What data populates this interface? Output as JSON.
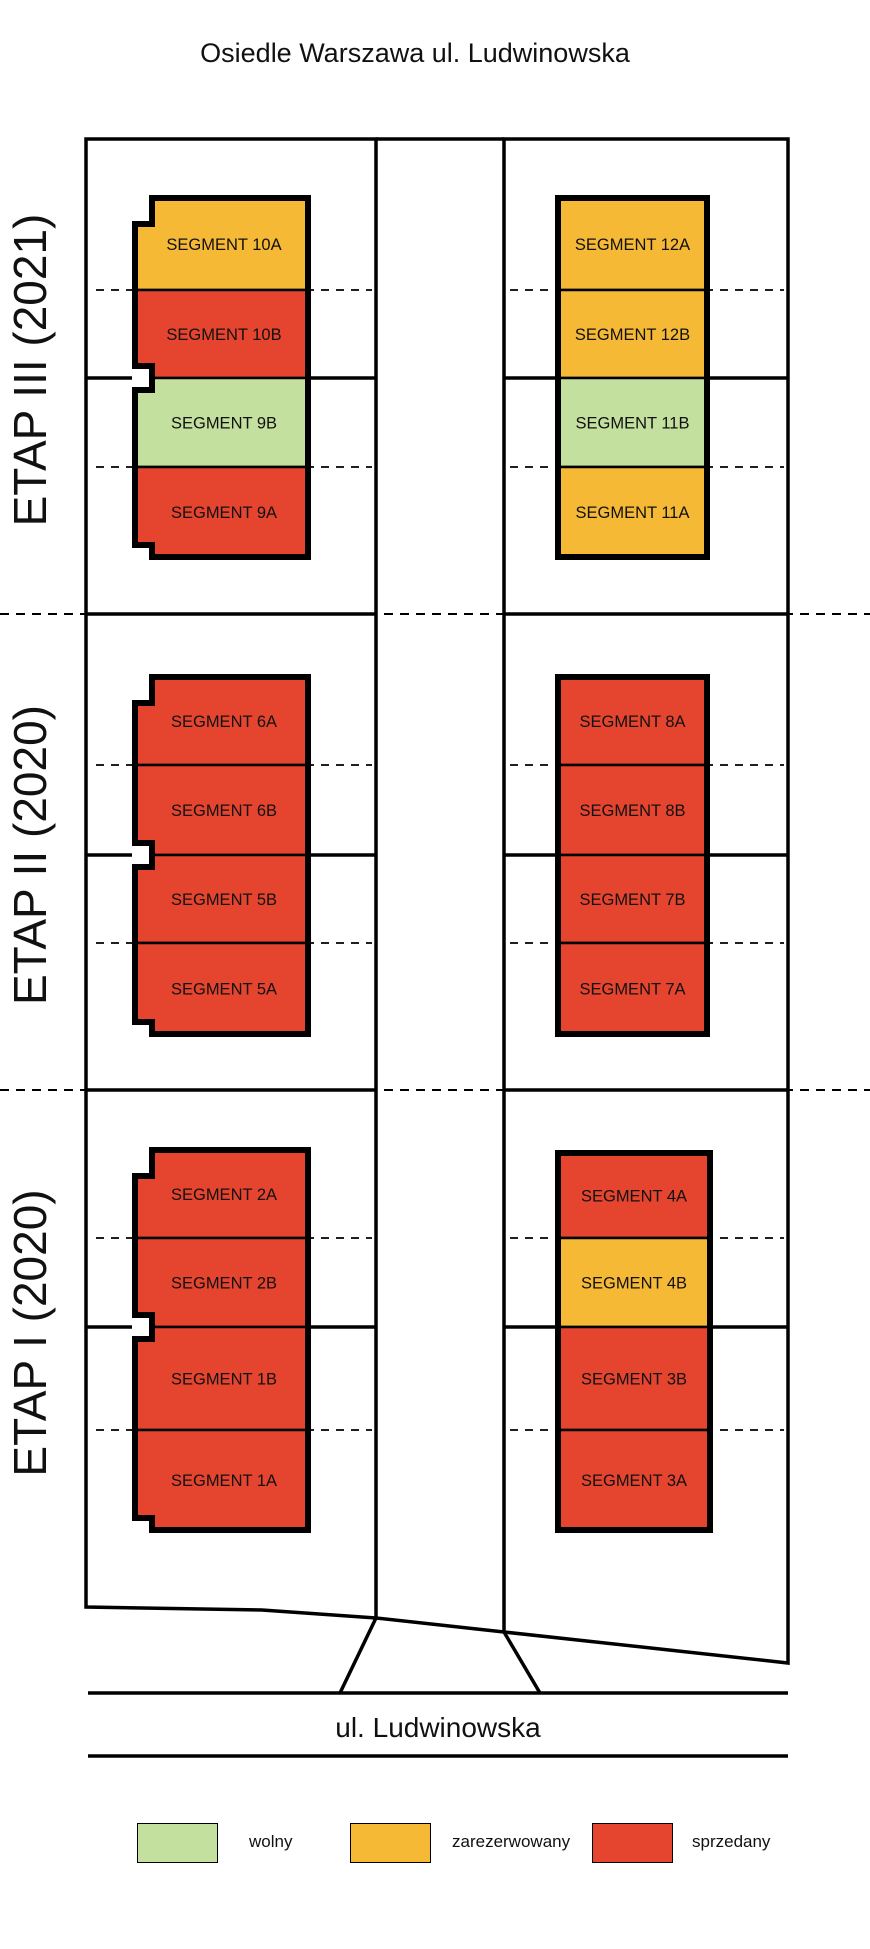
{
  "title": "Osiedle Warszawa ul. Ludwinowska",
  "street": "ul. Ludwinowska",
  "stages": [
    {
      "label": "ETAP III (2021)"
    },
    {
      "label": "ETAP II (2020)"
    },
    {
      "label": "ETAP I  (2020)"
    }
  ],
  "colors": {
    "wolny": "#c4e09e",
    "zarezerwowany": "#f5b935",
    "sprzedany": "#e5442f"
  },
  "segments": {
    "s10A": {
      "label": "SEGMENT 10A",
      "status": "zarezerwowany"
    },
    "s10B": {
      "label": "SEGMENT 10B",
      "status": "sprzedany"
    },
    "s9B": {
      "label": "SEGMENT 9B",
      "status": "wolny"
    },
    "s9A": {
      "label": "SEGMENT 9A",
      "status": "sprzedany"
    },
    "s12A": {
      "label": "SEGMENT 12A",
      "status": "zarezerwowany"
    },
    "s12B": {
      "label": "SEGMENT 12B",
      "status": "zarezerwowany"
    },
    "s11B": {
      "label": "SEGMENT 11B",
      "status": "wolny"
    },
    "s11A": {
      "label": "SEGMENT 11A",
      "status": "zarezerwowany"
    },
    "s6A": {
      "label": "SEGMENT 6A",
      "status": "sprzedany"
    },
    "s6B": {
      "label": "SEGMENT 6B",
      "status": "sprzedany"
    },
    "s5B": {
      "label": "SEGMENT 5B",
      "status": "sprzedany"
    },
    "s5A": {
      "label": "SEGMENT 5A",
      "status": "sprzedany"
    },
    "s8A": {
      "label": "SEGMENT 8A",
      "status": "sprzedany"
    },
    "s8B": {
      "label": "SEGMENT 8B",
      "status": "sprzedany"
    },
    "s7B": {
      "label": "SEGMENT 7B",
      "status": "sprzedany"
    },
    "s7A": {
      "label": "SEGMENT 7A",
      "status": "sprzedany"
    },
    "s2A": {
      "label": "SEGMENT 2A",
      "status": "sprzedany"
    },
    "s2B": {
      "label": "SEGMENT 2B",
      "status": "sprzedany"
    },
    "s1B": {
      "label": "SEGMENT 1B",
      "status": "sprzedany"
    },
    "s1A": {
      "label": "SEGMENT 1A",
      "status": "sprzedany"
    },
    "s4A": {
      "label": "SEGMENT 4A",
      "status": "sprzedany"
    },
    "s4B": {
      "label": "SEGMENT 4B",
      "status": "zarezerwowany"
    },
    "s3B": {
      "label": "SEGMENT 3B",
      "status": "sprzedany"
    },
    "s3A": {
      "label": "SEGMENT 3A",
      "status": "sprzedany"
    }
  },
  "legend": [
    {
      "key": "wolny",
      "label": "wolny"
    },
    {
      "key": "zarezerwowany",
      "label": "zarezerwowany"
    },
    {
      "key": "sprzedany",
      "label": "sprzedany"
    }
  ]
}
